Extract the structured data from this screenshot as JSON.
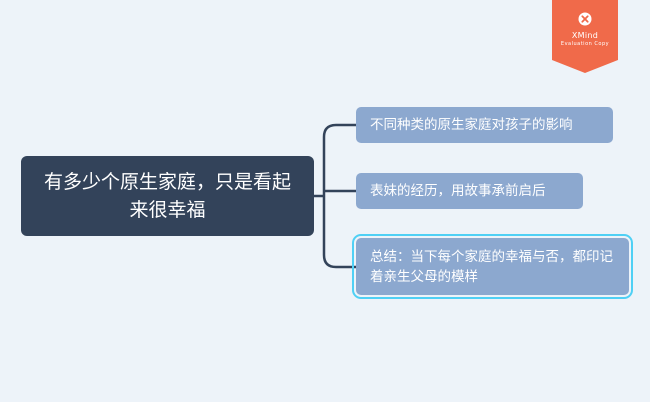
{
  "diagram": {
    "root": {
      "text": "有多少个原生家庭，只是看起来很幸福"
    },
    "subtopics": [
      {
        "text": "不同种类的原生家庭对孩子的影响"
      },
      {
        "text": "表妹的经历，用故事承前启后"
      },
      {
        "text": "总结：当下每个家庭的幸福与否，都印记着亲生父母的模样"
      }
    ]
  },
  "watermark": {
    "name": "XMind",
    "note": "Evaluation Copy",
    "icon": "xmind-logo-icon"
  },
  "colors": {
    "background": "#edf3f9",
    "root_fill": "#33435a",
    "subtopic_fill": "#8ca8cf",
    "connector": "#33435a",
    "selection_outline": "#4fd0f5",
    "watermark_fill": "#f06a4a"
  }
}
